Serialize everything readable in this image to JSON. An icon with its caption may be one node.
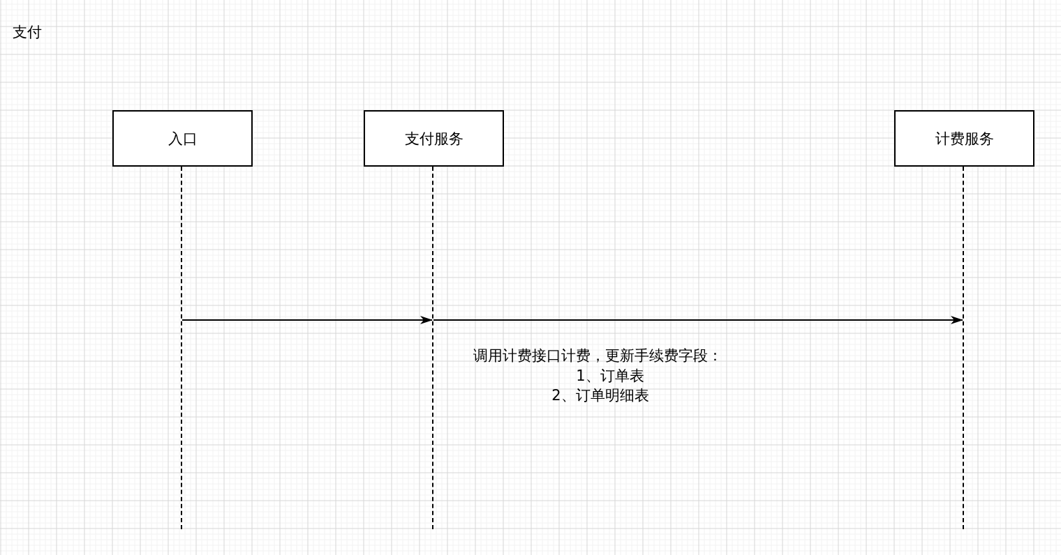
{
  "diagram": {
    "title": "支付",
    "nodes": [
      {
        "text": [
          "入口"
        ]
      },
      {
        "text": [
          "支付服务"
        ]
      },
      {
        "text": [
          "计费服务"
        ]
      },
      {
        "text": [],
        "shape": "line"
      },
      {
        "text": [],
        "shape": "line"
      },
      {
        "text": [],
        "shape": "line"
      }
    ],
    "edges": [
      {
        "from": 3,
        "to": 4,
        "arrow": "to"
      },
      {
        "from": 4,
        "to": 5,
        "arrow": "to"
      }
    ],
    "labels": [
      "调用计费接口计费，更新手续费字段：",
      "1、订单表",
      "2、订单明细表"
    ]
  }
}
